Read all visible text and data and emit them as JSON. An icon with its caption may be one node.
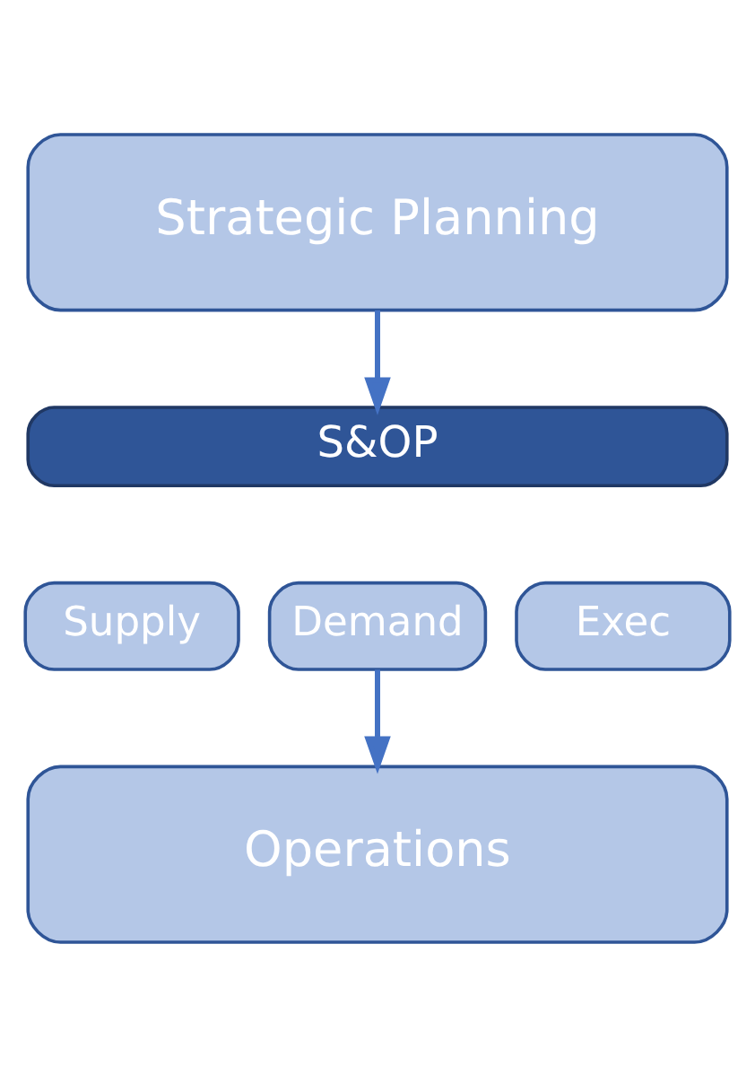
{
  "diagram": {
    "nodes": [
      {
        "text": [
          "Strategic Planning"
        ]
      },
      {
        "text": [
          "S&OP"
        ]
      },
      {
        "text": [
          "Supply"
        ]
      },
      {
        "text": [
          "Demand"
        ]
      },
      {
        "text": [
          "Exec"
        ]
      },
      {
        "text": [
          "Operations"
        ]
      }
    ],
    "edges": [
      {
        "from": 0,
        "to": 1,
        "arrow": "to"
      },
      {
        "from": 3,
        "to": 5,
        "arrow": "to"
      }
    ]
  }
}
